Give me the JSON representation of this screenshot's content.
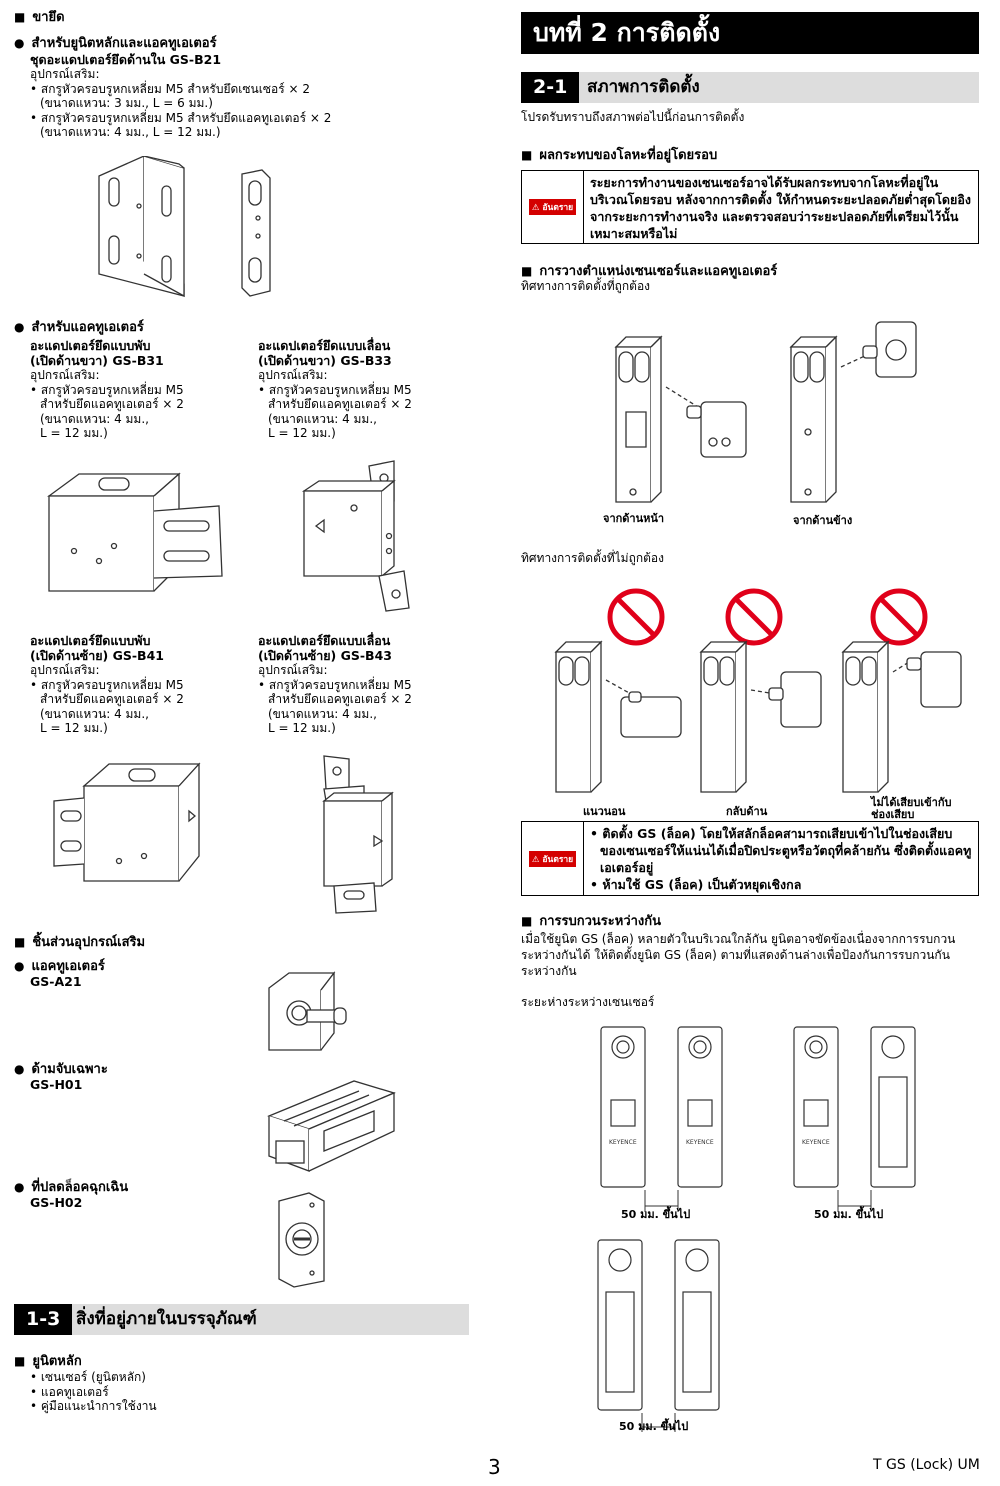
{
  "left": {
    "stand_heading": "ขายึด",
    "main_act_heading": "สำหรับยูนิตหลักและแอคทูเอเตอร์",
    "b21_title": "ชุดอะแดปเตอร์ยึดด้านใน GS-B21",
    "b21_optional": "อุปกรณ์เสริม:",
    "b21_bullet1": "สกรูหัวครอบรูหกเหลี่ยม M5 สำหรับยึดเซนเซอร์ × 2",
    "b21_bullet1_sub": "(ขนาดแหวน: 3 มม., L = 6 มม.)",
    "b21_bullet2": "สกรูหัวครอบรูหกเหลี่ยม M5 สำหรับยึดแอคทูเอเตอร์ × 2",
    "b21_bullet2_sub": "(ขนาดแหวน: 4 มม., L = 12 มม.)",
    "act_heading": "สำหรับแอคทูเอเตอร์",
    "b31_title1": "อะแดปเตอร์ยึดแบบพับ",
    "b31_title2": "(เปิดด้านขวา) GS-B31",
    "b33_title1": "อะแดปเตอร์ยึดแบบเลื่อน",
    "b33_title2": "(เปิดด้านขวา) GS-B33",
    "b41_title1": "อะแดปเตอร์ยึดแบบพับ",
    "b41_title2": "(เปิดด้านซ้าย) GS-B41",
    "b43_title1": "อะแดปเตอร์ยึดแบบเลื่อน",
    "b43_title2": "(เปิดด้านซ้าย) GS-B43",
    "opt": "อุปกรณ์เสริม:",
    "screw_l1": "สกรูหัวครอบรูหกเหลี่ยม M5",
    "screw_l2": "สำหรับยึดแอคทูเอเตอร์ × 2",
    "screw_l3": "(ขนาดแหวน: 4 มม.,",
    "screw_l4": "L = 12 มม.)",
    "opt_parts_heading": "ชิ้นส่วนอุปกรณ์เสริม",
    "actuator_label": "แอคทูเอเตอร์",
    "actuator_model": "GS-A21",
    "handle_label": "ด้ามจับเฉพาะ",
    "handle_model": "GS-H01",
    "release_label": "ที่ปลดล็อคฉุกเฉิน",
    "release_model": "GS-H02",
    "sec13_num": "1-3",
    "sec13_title": "สิ่งที่อยู่ภายในบรรจุภัณฑ์",
    "main_unit_heading": "ยูนิตหลัก",
    "pkg_items": [
      "เซนเซอร์ (ยูนิตหลัก)",
      "แอคทูเอเตอร์",
      "คู่มือแนะนำการใช้งาน"
    ]
  },
  "right": {
    "chapter_title": "บทที่ 2  การติดตั้ง",
    "sec21_num": "2-1",
    "sec21_title": "สภาพการติดตั้ง",
    "intro": "โปรดรับทราบถึงสภาพต่อไปนี้ก่อนการติดตั้ง",
    "metal_heading": "ผลกระทบของโลหะที่อยู่โดยรอบ",
    "danger_label": "อันตราย",
    "danger1": "ระยะการทำงานของเซนเซอร์อาจได้รับผลกระทบจากโลหะที่อยู่ในบริเวณโดยรอบ หลังจากการติดตั้ง ให้กำหนดระยะปลอดภัยต่ำสุดโดยอิงจากระยะการทำงานจริง และตรวจสอบว่าระยะปลอดภัยที่เตรียมไว้นั้นเหมาะสมหรือไม่",
    "position_heading": "การวางตำแหน่งเซนเซอร์และแอคทูเอเตอร์",
    "correct_dir": "ทิศทางการติดตั้งที่ถูกต้อง",
    "from_front": "จากด้านหน้า",
    "from_side": "จากด้านข้าง",
    "incorrect_dir": "ทิศทางการติดตั้งที่ไม่ถูกต้อง",
    "horizontal": "แนวนอน",
    "reversed": "กลับด้าน",
    "not_inserted1": "ไม่ได้เสียบเข้ากับ",
    "not_inserted2": "ช่องเสียบ",
    "danger2_b1": "ติดตั้ง GS (ล็อค) โดยให้สลักล็อคสามารถเสียบเข้าไปในช่องเสียบของเซนเซอร์ให้แน่นได้เมื่อปิดประตูหรือวัตถุที่คล้ายกัน ซึ่งติดตั้งแอคทูเอเตอร์อยู่",
    "danger2_b2": "ห้ามใช้ GS (ล็อค) เป็นตัวหยุดเชิงกล",
    "interference_heading": "การรบกวนระหว่างกัน",
    "interference_text": "เมื่อใช้ยูนิต GS (ล็อค) หลายตัวในบริเวณใกล้กัน ยูนิตอาจขัดข้องเนื่องจากการรบกวนระหว่างกันได้ ให้ติดตั้งยูนิต GS (ล็อค) ตามที่แสดงด้านล่างเพื่อป้องกันการรบกวนกันระหว่างกัน",
    "distance_label": "ระยะห่างระหว่างเซนเซอร์",
    "dist_value": "50 มม. ขึ้นไป",
    "brand": "KEYENCE"
  },
  "footer": {
    "page": "3",
    "doc": "T GS (Lock) UM"
  }
}
